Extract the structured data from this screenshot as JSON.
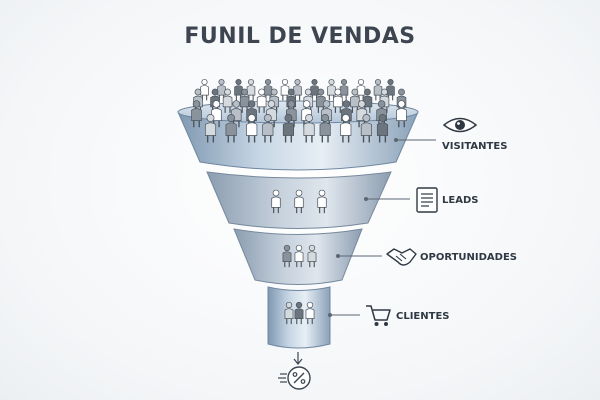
{
  "title": "FUNIL DE VENDAS",
  "stages": [
    {
      "label": "VISITANTES",
      "icon": "eye-icon"
    },
    {
      "label": "LEADS",
      "icon": "document-icon"
    },
    {
      "label": "OPORTUNIDADES",
      "icon": "handshake-icon"
    },
    {
      "label": "CLIENTES",
      "icon": "shopping-cart-icon"
    }
  ],
  "output_icon": "percent-coin-icon",
  "colors": {
    "funnel": "#a9bccd",
    "funnel_dark": "#7f95aa",
    "text": "#2f3944",
    "people": "#6b747e"
  }
}
